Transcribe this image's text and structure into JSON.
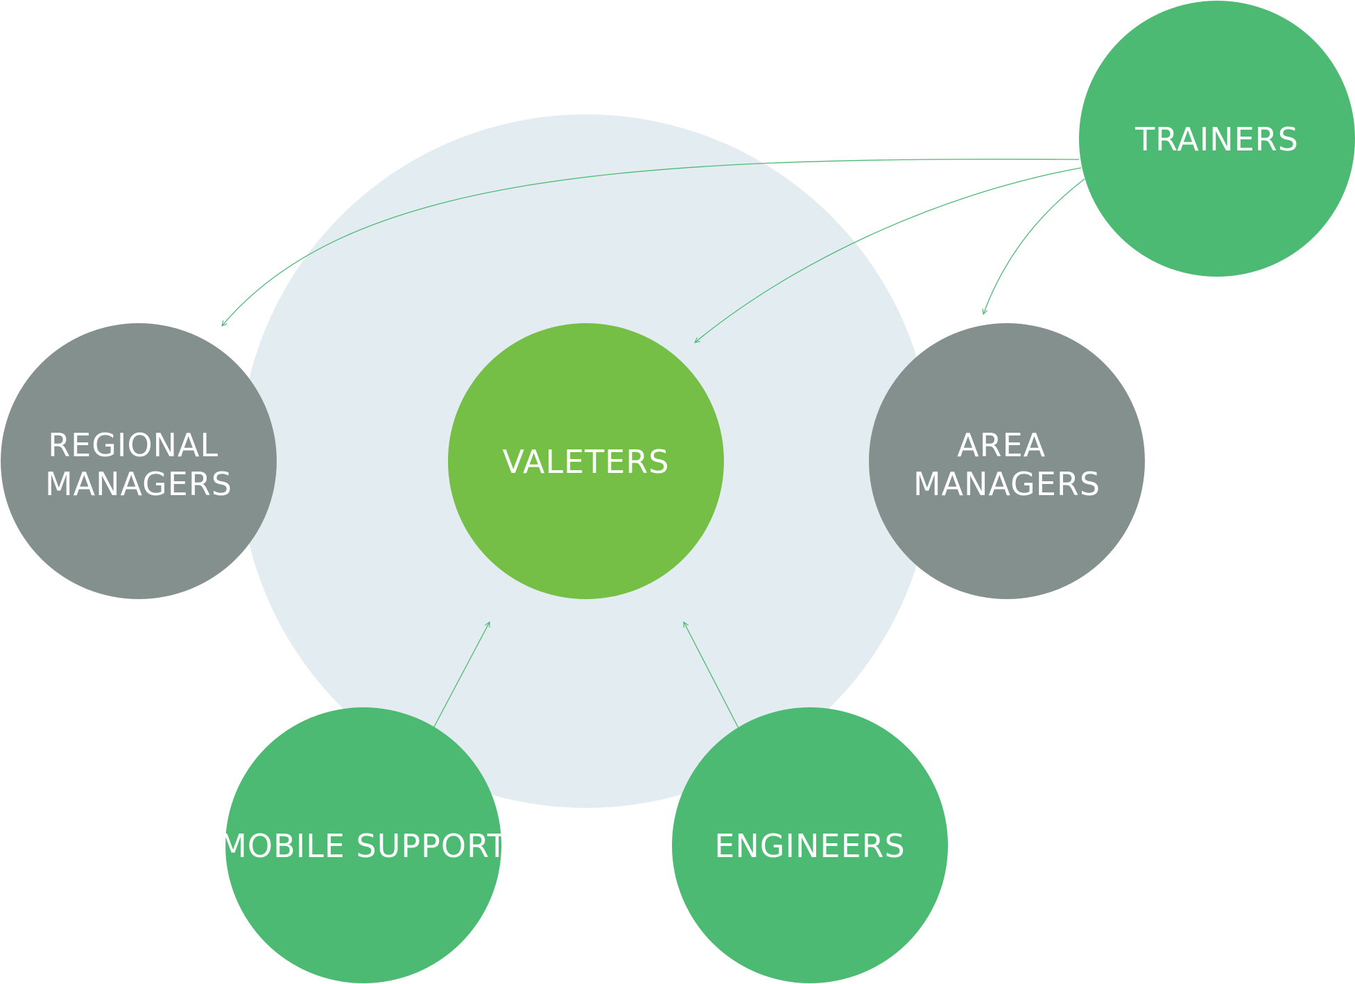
{
  "colors": {
    "background_ring": "#e3ecf0",
    "center_node": "#76bf47",
    "support_node": "#4cba73",
    "manager_node": "#84908e",
    "connector": "#4cba73",
    "label_text": "#ffffff"
  },
  "nodes": {
    "valeters": {
      "lines": [
        "VALETERS"
      ]
    },
    "trainers": {
      "lines": [
        "TRAINERS"
      ]
    },
    "regional_managers": {
      "lines": [
        "REGIONAL",
        "MANAGERS"
      ]
    },
    "area_managers": {
      "lines": [
        "AREA",
        "MANAGERS"
      ]
    },
    "mobile_support": {
      "lines": [
        "MOBILE SUPPORT"
      ]
    },
    "engineers": {
      "lines": [
        "ENGINEERS"
      ]
    }
  },
  "connections": [
    {
      "from": "trainers",
      "to": "regional_managers"
    },
    {
      "from": "trainers",
      "to": "valeters"
    },
    {
      "from": "trainers",
      "to": "area_managers"
    },
    {
      "from": "mobile_support",
      "to": "valeters"
    },
    {
      "from": "engineers",
      "to": "valeters"
    }
  ]
}
